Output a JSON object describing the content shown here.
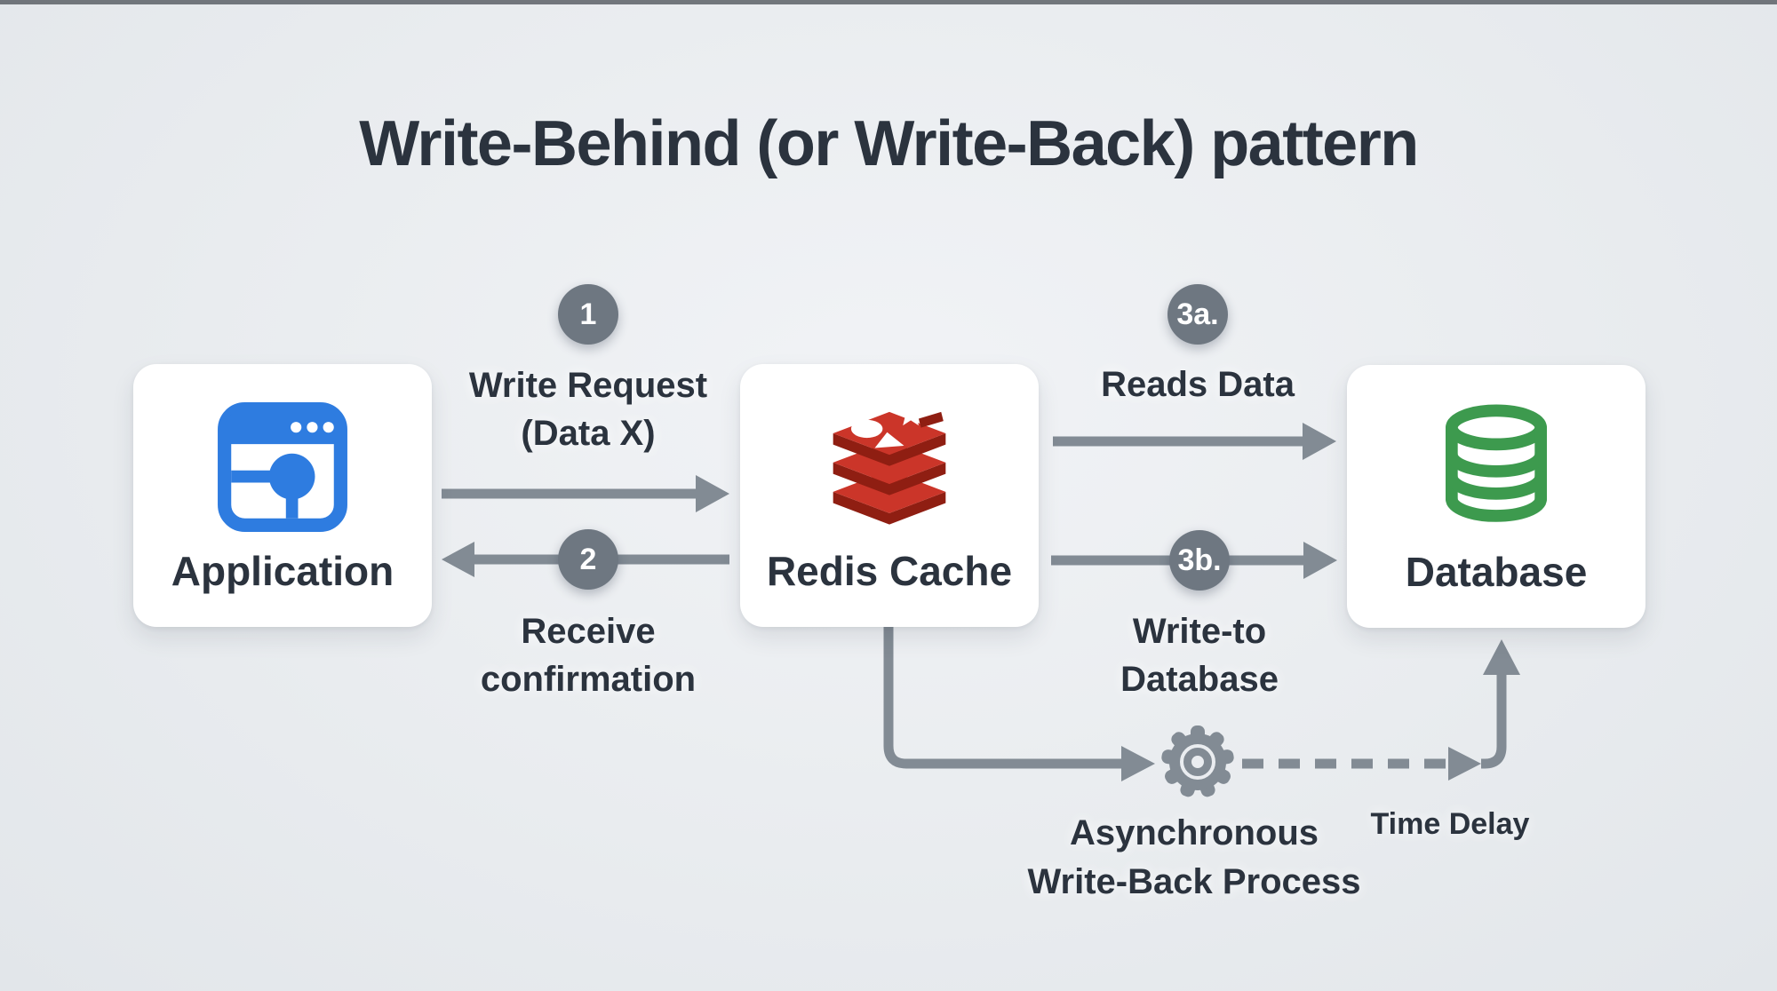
{
  "title": "Write-Behind (or Write-Back) pattern",
  "nodes": {
    "application": {
      "label": "Application"
    },
    "redis_cache": {
      "label": "Redis Cache"
    },
    "database": {
      "label": "Database"
    }
  },
  "flows": {
    "write_request": {
      "badge": "1",
      "lines": [
        "Write Request",
        "(Data X)"
      ]
    },
    "receive_confirmation": {
      "badge": "2",
      "lines": [
        "Receive",
        "confirmation"
      ]
    },
    "reads_data": {
      "badge": "3a.",
      "lines": [
        "Reads Data"
      ]
    },
    "write_to_database": {
      "badge": "3b.",
      "lines": [
        "Write-to",
        "Database"
      ]
    },
    "async_write_back": {
      "lines": [
        "Asynchronous",
        "Write-Back Process"
      ]
    },
    "time_delay": {
      "lines": [
        "Time Delay"
      ]
    }
  },
  "icons": {
    "application": "app-window-icon",
    "redis_cache": "redis-logo-icon",
    "database": "database-cylinder-icon",
    "async_process": "gear-icon"
  },
  "colors": {
    "background": "#e9ecef",
    "card": "#ffffff",
    "text": "#2b333e",
    "badge": "#6e7781",
    "arrow": "#828b94",
    "app_blue": "#2e7ce0",
    "redis_red": "#cb3529",
    "redis_dark": "#8f1e12",
    "db_green": "#3d9a4e"
  }
}
